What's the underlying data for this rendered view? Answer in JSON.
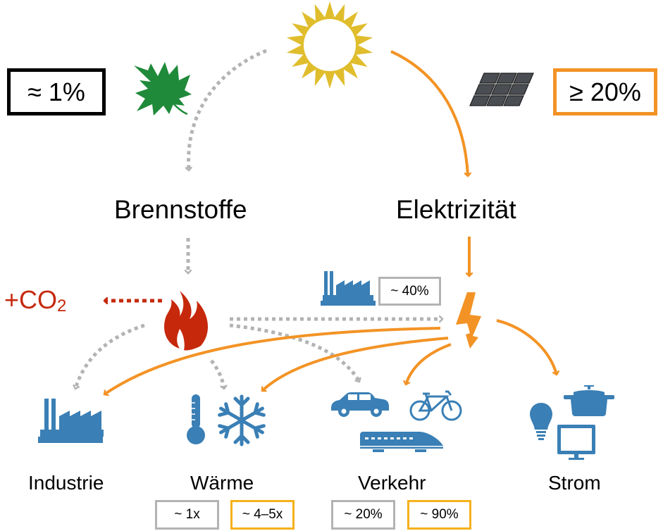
{
  "diagram": {
    "title": "",
    "colors": {
      "electric": "#f39325",
      "fuel_flow": "#b3b3b3",
      "emission": "#c6280c",
      "icon_blue": "#3a7fb5",
      "sun": "#e0bd2c",
      "leaf": "#1f8a3a",
      "panel": "#4a4d52",
      "box_gray": "#b3b3b3",
      "box_yellow": "#f6b11c"
    },
    "source": {
      "label": "",
      "icon": "sun-icon"
    },
    "efficiency": {
      "photosynthesis": {
        "text": "≈ 1%",
        "icon": "leaf-icon",
        "border": "black"
      },
      "photovoltaics": {
        "text": "≥ 20%",
        "icon": "solar-panel-icon",
        "border": "orange"
      }
    },
    "carriers": {
      "fuels": "Brennstoffe",
      "electricity": "Elektrizität"
    },
    "emission": {
      "prefix": "+CO",
      "subscript": "2"
    },
    "power_plant": {
      "icon": "factory-icon",
      "efficiency": "~ 40%"
    },
    "converters": {
      "fire": "flame-icon",
      "electric": "lightning-icon"
    },
    "sectors": [
      {
        "name": "Industrie",
        "icons": [
          "factory-icon"
        ],
        "badges": []
      },
      {
        "name": "Wärme",
        "icons": [
          "thermometer-icon",
          "snowflake-icon"
        ],
        "badges": [
          {
            "text": "~ 1x",
            "type": "fuel"
          },
          {
            "text": "~ 4–5x",
            "type": "electric"
          }
        ]
      },
      {
        "name": "Verkehr",
        "icons": [
          "car-icon",
          "bicycle-icon",
          "train-icon"
        ],
        "badges": [
          {
            "text": "~ 20%",
            "type": "fuel"
          },
          {
            "text": "~ 90%",
            "type": "electric"
          }
        ]
      },
      {
        "name": "Strom",
        "icons": [
          "lightbulb-icon",
          "pot-icon",
          "monitor-icon"
        ],
        "badges": []
      }
    ],
    "flows": [
      {
        "from": "sun",
        "to": "Brennstoffe",
        "style": "dotted-gray"
      },
      {
        "from": "sun",
        "to": "Elektrizität",
        "style": "solid-orange"
      },
      {
        "from": "Brennstoffe",
        "to": "fire",
        "style": "dotted-gray"
      },
      {
        "from": "Elektrizität",
        "to": "lightning",
        "style": "solid-orange"
      },
      {
        "from": "fire",
        "to": "+CO2",
        "style": "dotted-red"
      },
      {
        "from": "fire",
        "to": "lightning",
        "style": "dotted-gray"
      },
      {
        "from": "fire",
        "to": "Industrie",
        "style": "dotted-gray"
      },
      {
        "from": "fire",
        "to": "Wärme",
        "style": "dotted-gray"
      },
      {
        "from": "fire",
        "to": "Verkehr",
        "style": "dotted-gray"
      },
      {
        "from": "lightning",
        "to": "Industrie",
        "style": "solid-orange"
      },
      {
        "from": "lightning",
        "to": "Wärme",
        "style": "solid-orange"
      },
      {
        "from": "lightning",
        "to": "Verkehr",
        "style": "solid-orange"
      },
      {
        "from": "lightning",
        "to": "Strom",
        "style": "solid-orange"
      }
    ]
  }
}
